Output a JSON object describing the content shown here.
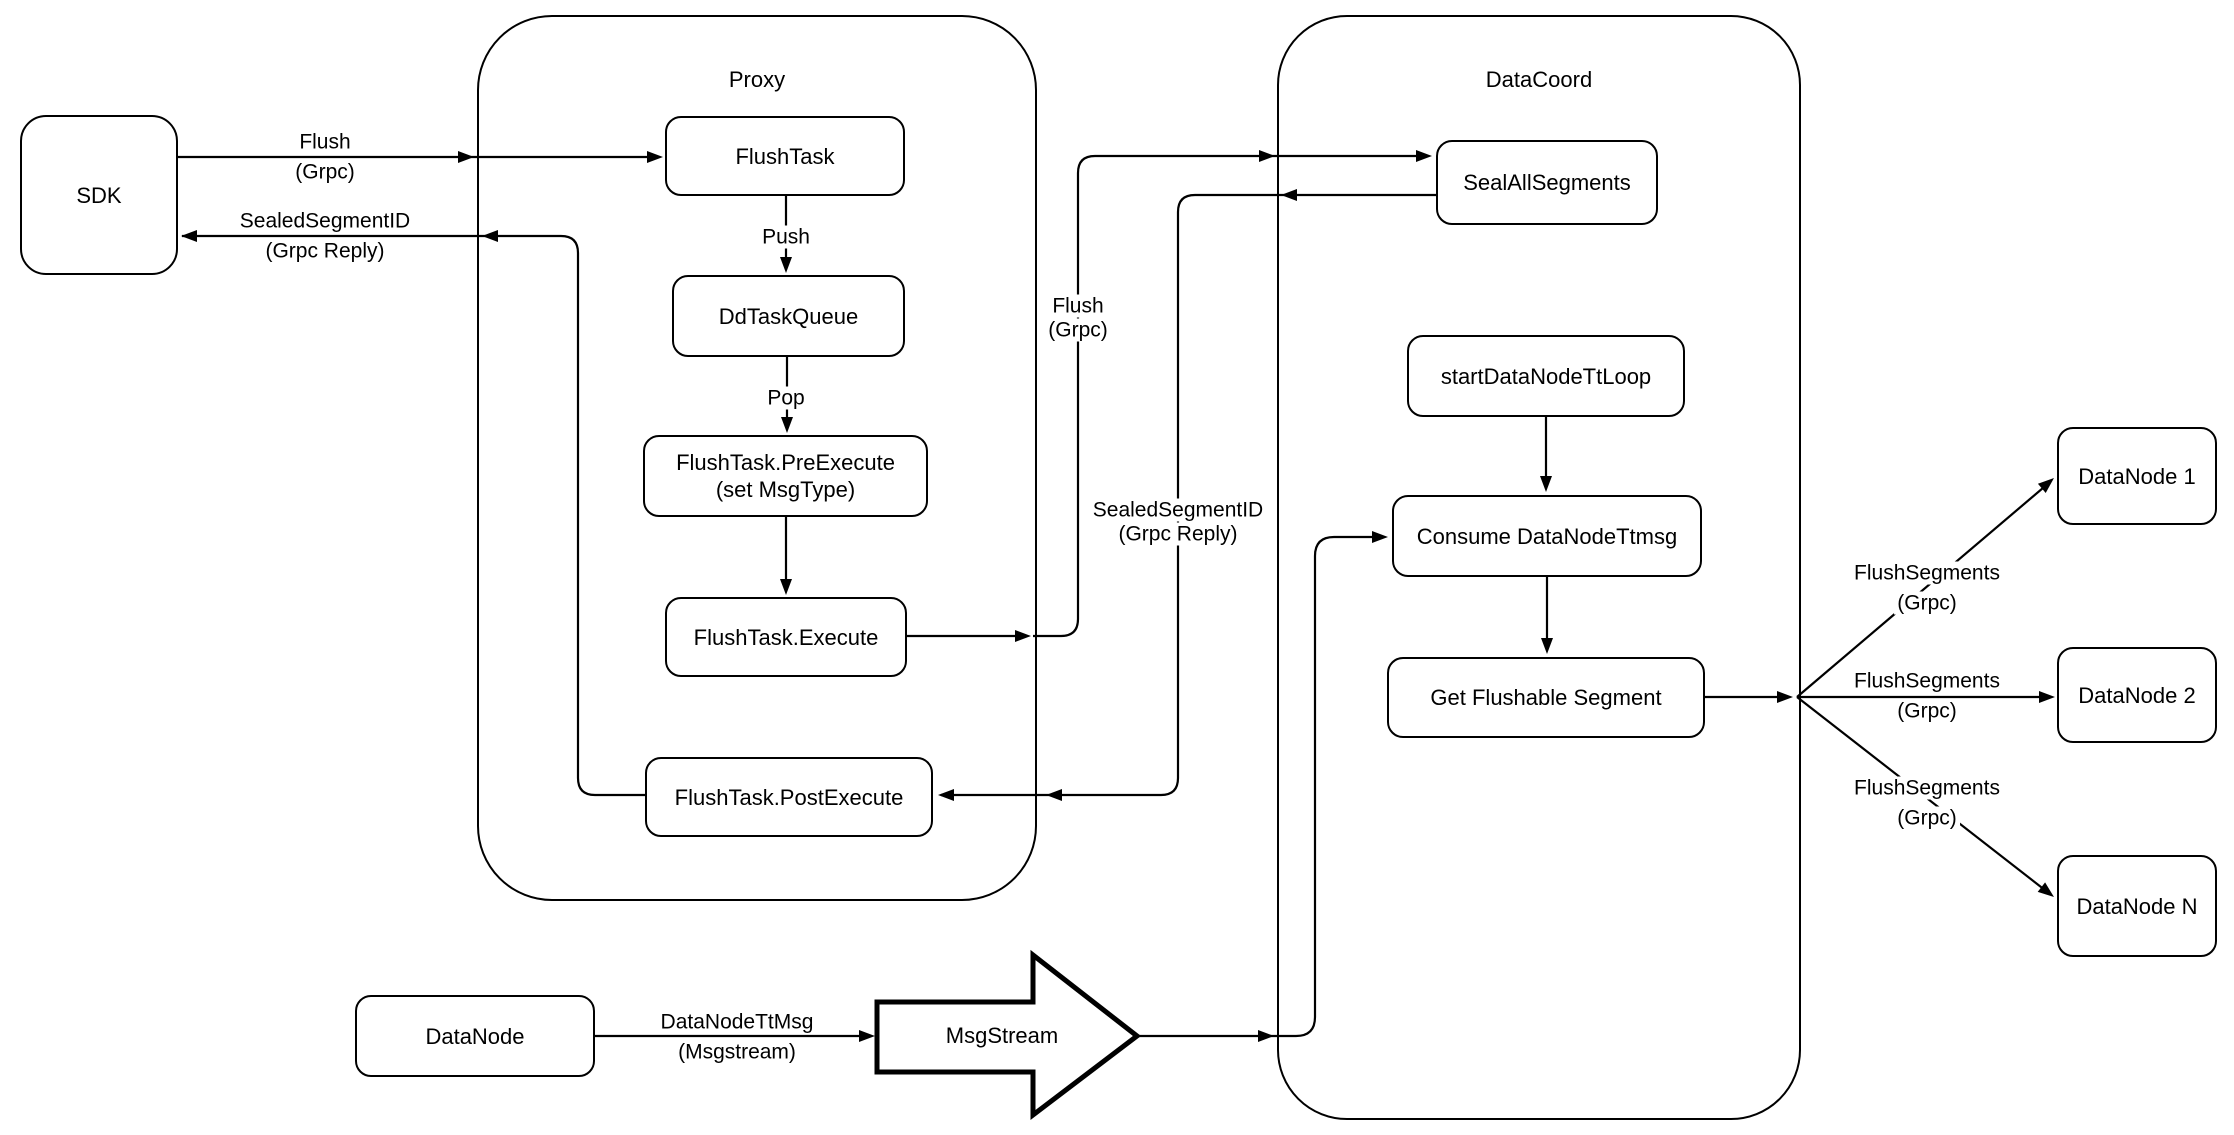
{
  "colors": {
    "line": "#000000",
    "fill": "#ffffff"
  },
  "containers": {
    "proxy": {
      "title": "Proxy"
    },
    "datacoord": {
      "title": "DataCoord"
    }
  },
  "nodes": {
    "sdk": {
      "label": "SDK"
    },
    "flush_task": {
      "label": "FlushTask"
    },
    "dd_task_queue": {
      "label": "DdTaskQueue"
    },
    "pre_execute": {
      "line1": "FlushTask.PreExecute",
      "line2": "(set MsgType)"
    },
    "execute": {
      "label": "FlushTask.Execute"
    },
    "post_execute": {
      "label": "FlushTask.PostExecute"
    },
    "seal_all_segments": {
      "label": "SealAllSegments"
    },
    "start_datanode_tt_loop": {
      "label": "startDataNodeTtLoop"
    },
    "consume_datanode_ttmsg": {
      "label": "Consume DataNodeTtmsg"
    },
    "get_flushable_segment": {
      "label": "Get Flushable Segment"
    },
    "datanode_1": {
      "label": "DataNode 1"
    },
    "datanode_2": {
      "label": "DataNode 2"
    },
    "datanode_n": {
      "label": "DataNode N"
    },
    "datanode": {
      "label": "DataNode"
    },
    "msgstream": {
      "label": "MsgStream"
    }
  },
  "edge_labels": {
    "sdk_flush": {
      "line1": "Flush",
      "line2": "(Grpc)"
    },
    "sdk_reply": {
      "line1": "SealedSegmentID",
      "line2": "(Grpc Reply)"
    },
    "push": {
      "label": "Push"
    },
    "pop": {
      "label": "Pop"
    },
    "flush_grpc_mid": {
      "line1": "Flush",
      "line2": "(Grpc)"
    },
    "sealed_mid": {
      "line1": "SealedSegmentID",
      "line2": "(Grpc Reply)"
    },
    "flush_segments_1": {
      "line1": "FlushSegments",
      "line2": "(Grpc)"
    },
    "flush_segments_2": {
      "line1": "FlushSegments",
      "line2": "(Grpc)"
    },
    "flush_segments_n": {
      "line1": "FlushSegments",
      "line2": "(Grpc)"
    },
    "datanode_ttmsg": {
      "line1": "DataNodeTtMsg",
      "line2": "(Msgstream)"
    }
  }
}
